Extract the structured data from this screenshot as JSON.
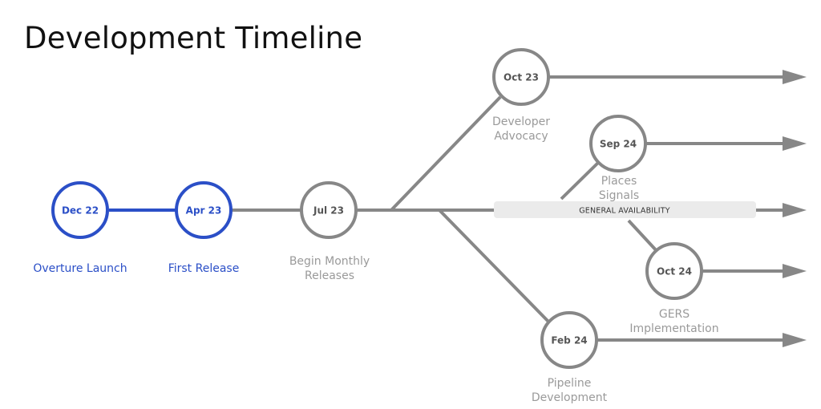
{
  "title": "Development Timeline",
  "colors": {
    "completed": "#2b4fc7",
    "upcoming": "#878787",
    "label_upcoming": "#9a9a9a",
    "ga_band": "#ebebeb",
    "ga_text": "#333333"
  },
  "milestones": [
    {
      "date": "Dec 22",
      "label": [
        "Overture Launch"
      ],
      "status": "completed"
    },
    {
      "date": "Apr 23",
      "label": [
        "First Release"
      ],
      "status": "completed"
    },
    {
      "date": "Jul 23",
      "label": [
        "Begin Monthly",
        "Releases"
      ],
      "status": "upcoming"
    },
    {
      "date": "Oct 23",
      "label": [
        "Developer",
        "Advocacy"
      ],
      "status": "upcoming"
    },
    {
      "date": "Sep 24",
      "label": [
        "Places",
        "Signals"
      ],
      "status": "upcoming"
    },
    {
      "date": "Oct 24",
      "label": [
        "GERS",
        "Implementation"
      ],
      "status": "upcoming"
    },
    {
      "date": "Feb 24",
      "label": [
        "Pipeline",
        "Development"
      ],
      "status": "upcoming"
    }
  ],
  "general_availability": "GENERAL AVAILABILITY"
}
